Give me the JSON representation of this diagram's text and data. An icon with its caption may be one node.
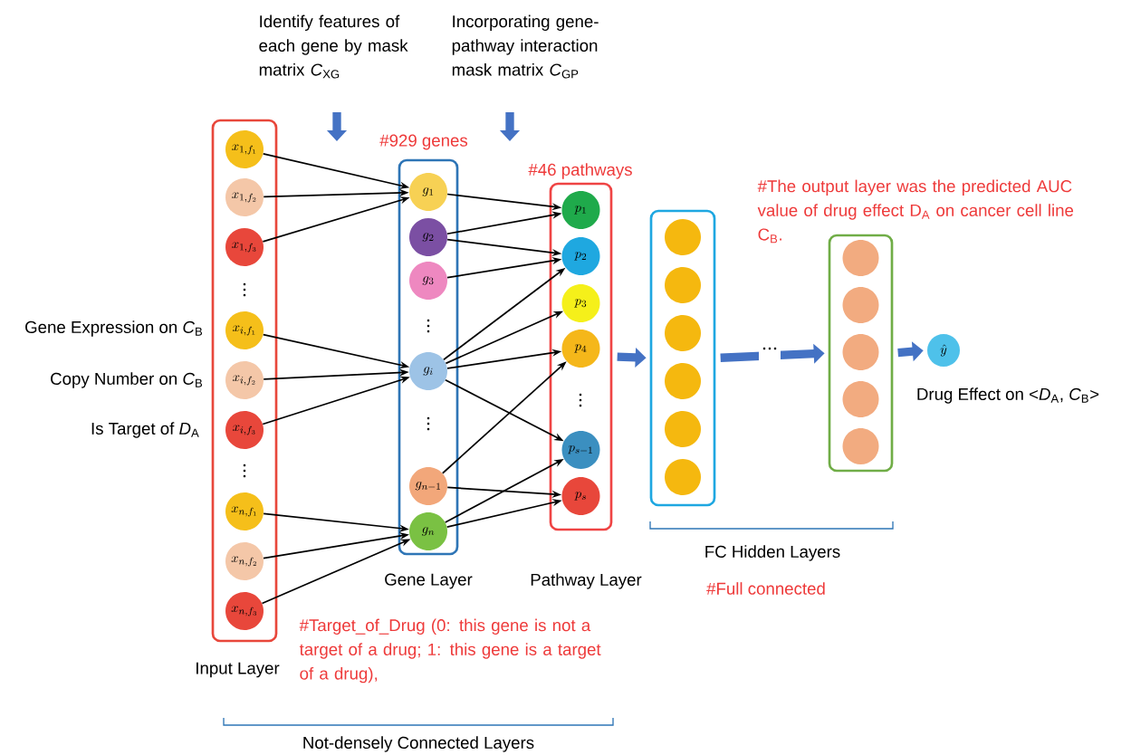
{
  "diagram": {
    "nodes": [
      {
        "text": [
          "Input Layer"
        ]
      },
      {
        "text": [
          "x_{1,f_1}"
        ],
        "in": 0
      },
      {
        "text": [
          "x_{1,f_2}"
        ],
        "in": 0
      },
      {
        "text": [
          "x_{1,f_3}"
        ],
        "in": 0
      },
      {
        "text": [
          "x_{i,f_1}"
        ],
        "in": 0
      },
      {
        "text": [
          "x_{i,f_2}"
        ],
        "in": 0
      },
      {
        "text": [
          "x_{i,f_3}"
        ],
        "in": 0
      },
      {
        "text": [
          "x_{n,f_1}"
        ],
        "in": 0
      },
      {
        "text": [
          "x_{n,f_2}"
        ],
        "in": 0
      },
      {
        "text": [
          "x_{n,f_3}"
        ],
        "in": 0
      },
      {
        "text": [
          "Gene Layer"
        ],
        "beside": [
          "#929 genes"
        ]
      },
      {
        "text": [
          "g_1"
        ],
        "in": 10
      },
      {
        "text": [
          "g_2"
        ],
        "in": 10
      },
      {
        "text": [
          "g_3"
        ],
        "in": 10
      },
      {
        "text": [
          "g_i"
        ],
        "in": 10
      },
      {
        "text": [
          "g_{n-1}"
        ],
        "in": 10
      },
      {
        "text": [
          "g_n"
        ],
        "in": 10
      },
      {
        "text": [
          "Pathway Layer"
        ],
        "beside": [
          "#46 pathways"
        ]
      },
      {
        "text": [
          "p_1"
        ],
        "in": 17
      },
      {
        "text": [
          "p_2"
        ],
        "in": 17
      },
      {
        "text": [
          "p_3"
        ],
        "in": 17
      },
      {
        "text": [
          "p_4"
        ],
        "in": 17
      },
      {
        "text": [
          "p_{s-1}"
        ],
        "in": 17
      },
      {
        "text": [
          "p_s"
        ],
        "in": 17
      },
      {
        "text": [],
        "shape": "box"
      },
      {
        "text": [],
        "shape": "circle",
        "in": 24
      },
      {
        "text": [],
        "shape": "circle",
        "in": 24
      },
      {
        "text": [],
        "shape": "circle",
        "in": 24
      },
      {
        "text": [],
        "shape": "circle",
        "in": 24
      },
      {
        "text": [],
        "shape": "circle",
        "in": 24
      },
      {
        "text": [],
        "shape": "circle",
        "in": 24
      },
      {
        "text": [],
        "shape": "box"
      },
      {
        "text": [],
        "shape": "circle",
        "in": 31
      },
      {
        "text": [],
        "shape": "circle",
        "in": 31
      },
      {
        "text": [],
        "shape": "circle",
        "in": 31
      },
      {
        "text": [],
        "shape": "circle",
        "in": 31
      },
      {
        "text": [],
        "shape": "circle",
        "in": 31
      },
      {
        "text": [
          "\\hat{y}"
        ],
        "beside": [
          "Drug Effect on <*D*$_{A}$, *C*$_{B}$>"
        ]
      }
    ],
    "edges": [
      {
        "from": 1,
        "to": 11,
        "arrow": "to"
      },
      {
        "from": 2,
        "to": 11,
        "arrow": "to"
      },
      {
        "from": 3,
        "to": 11,
        "arrow": "to"
      },
      {
        "from": 4,
        "to": 14,
        "arrow": "to"
      },
      {
        "from": 5,
        "to": 14,
        "arrow": "to"
      },
      {
        "from": 6,
        "to": 14,
        "arrow": "to"
      },
      {
        "from": 7,
        "to": 16,
        "arrow": "to"
      },
      {
        "from": 8,
        "to": 16,
        "arrow": "to"
      },
      {
        "from": 9,
        "to": 16,
        "arrow": "to"
      },
      {
        "from": 11,
        "to": 18,
        "arrow": "to"
      },
      {
        "from": 12,
        "to": 18,
        "arrow": "to"
      },
      {
        "from": 12,
        "to": 19,
        "arrow": "to"
      },
      {
        "from": 13,
        "to": 19,
        "arrow": "to"
      },
      {
        "from": 14,
        "to": 19,
        "arrow": "to"
      },
      {
        "from": 14,
        "to": 20,
        "arrow": "to"
      },
      {
        "from": 14,
        "to": 21,
        "arrow": "to"
      },
      {
        "from": 14,
        "to": 22,
        "arrow": "to"
      },
      {
        "from": 15,
        "to": 21,
        "arrow": "to"
      },
      {
        "from": 15,
        "to": 23,
        "arrow": "to"
      },
      {
        "from": 16,
        "to": 22,
        "arrow": "to"
      },
      {
        "from": 16,
        "to": 23,
        "arrow": "to"
      },
      {
        "from": 17,
        "to": 24,
        "arrow": "to",
        "style": "thick",
        "color": "#4472c4"
      },
      {
        "from": 24,
        "to": 31,
        "arrow": "to",
        "style": "thick",
        "color": "#4472c4"
      },
      {
        "from": 31,
        "to": 37,
        "arrow": "to",
        "style": "thick",
        "color": "#4472c4"
      }
    ],
    "labels": [
      "Identify features of each gene by mask matrix *C*$_{XG}$",
      "Incorporating gene-pathway interaction mask matrix *C*$_{GP}$",
      "#The output layer was the predicted AUC value of drug effect D$_{A}$ on cancer cell line C$_{B}$.",
      "Gene Expression on *C*$_{B}$",
      "Copy Number on *C*$_{B}$",
      "Is Target of *D*$_{A}$",
      "FC Hidden Layers",
      "#Full connected",
      "#Target_of_Drug (0: this gene is not a target of a drug; 1: this gene is a target of a drug),",
      "Not-densely Connected Layers"
    ]
  }
}
